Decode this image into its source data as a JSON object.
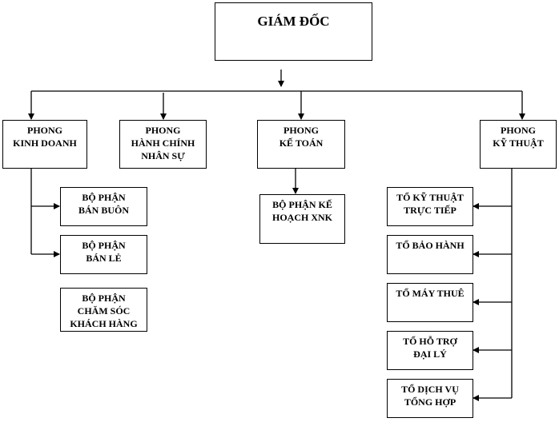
{
  "director": {
    "lines": [
      "GIÁM ĐỐC"
    ]
  },
  "departments": [
    {
      "id": "kinh-doanh",
      "lines": [
        "PHONG",
        "KINH DOANH"
      ]
    },
    {
      "id": "hanh-chinh-nhan-su",
      "lines": [
        "PHONG",
        "HÀNH CHÍNH",
        "NHÂN SỰ"
      ]
    },
    {
      "id": "ke-toan",
      "lines": [
        "PHONG",
        "KẾ TOÁN"
      ]
    },
    {
      "id": "ky-thuat",
      "lines": [
        "PHONG",
        "KỸ THUẬT"
      ]
    }
  ],
  "kinh_doanh_units": [
    {
      "lines": [
        "BỘ PHẬN",
        "BÁN BUÔN"
      ]
    },
    {
      "lines": [
        "BỘ PHẬN",
        "BÁN LẺ"
      ]
    },
    {
      "lines": [
        "BỘ PHẬN",
        "CHĂM SÓC",
        "KHÁCH HÀNG"
      ]
    }
  ],
  "ke_toan_units": [
    {
      "lines": [
        "BỘ PHẬN KẾ",
        "HOẠCH XNK"
      ]
    }
  ],
  "ky_thuat_units": [
    {
      "lines": [
        "TỔ KỸ THUẬT",
        "TRỰC TIẾP"
      ]
    },
    {
      "lines": [
        "TỔ BẢO HÀNH"
      ]
    },
    {
      "lines": [
        "TỔ MÁY THUÊ"
      ]
    },
    {
      "lines": [
        "TỔ HỖ TRỢ",
        "ĐẠI LÝ"
      ]
    },
    {
      "lines": [
        "TỔ DỊCH VỤ",
        "TỔNG HỢP"
      ]
    }
  ]
}
